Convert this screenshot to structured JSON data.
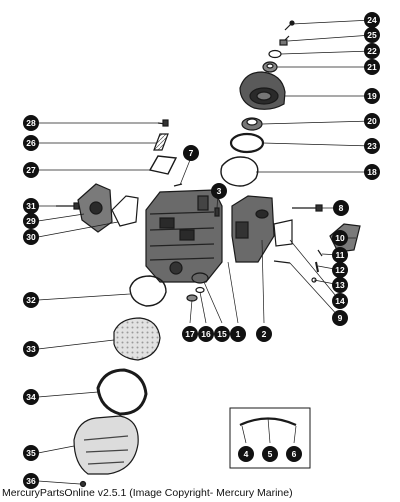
{
  "callouts": [
    "24",
    "25",
    "22",
    "21",
    "19",
    "20",
    "23",
    "18",
    "28",
    "26",
    "27",
    "7",
    "3",
    "8",
    "31",
    "29",
    "30",
    "10",
    "11",
    "12",
    "13",
    "14",
    "9",
    "32",
    "2",
    "1",
    "15",
    "16",
    "17",
    "33",
    "34",
    "35",
    "36",
    "4",
    "5",
    "6"
  ],
  "caption": "MercuryPartsOnline v2.5.1 (Image Copyright- Mercury Marine)",
  "colors": {
    "ink": "#1a1a1a",
    "callout_fill": "#111111",
    "paper": "#ffffff"
  }
}
